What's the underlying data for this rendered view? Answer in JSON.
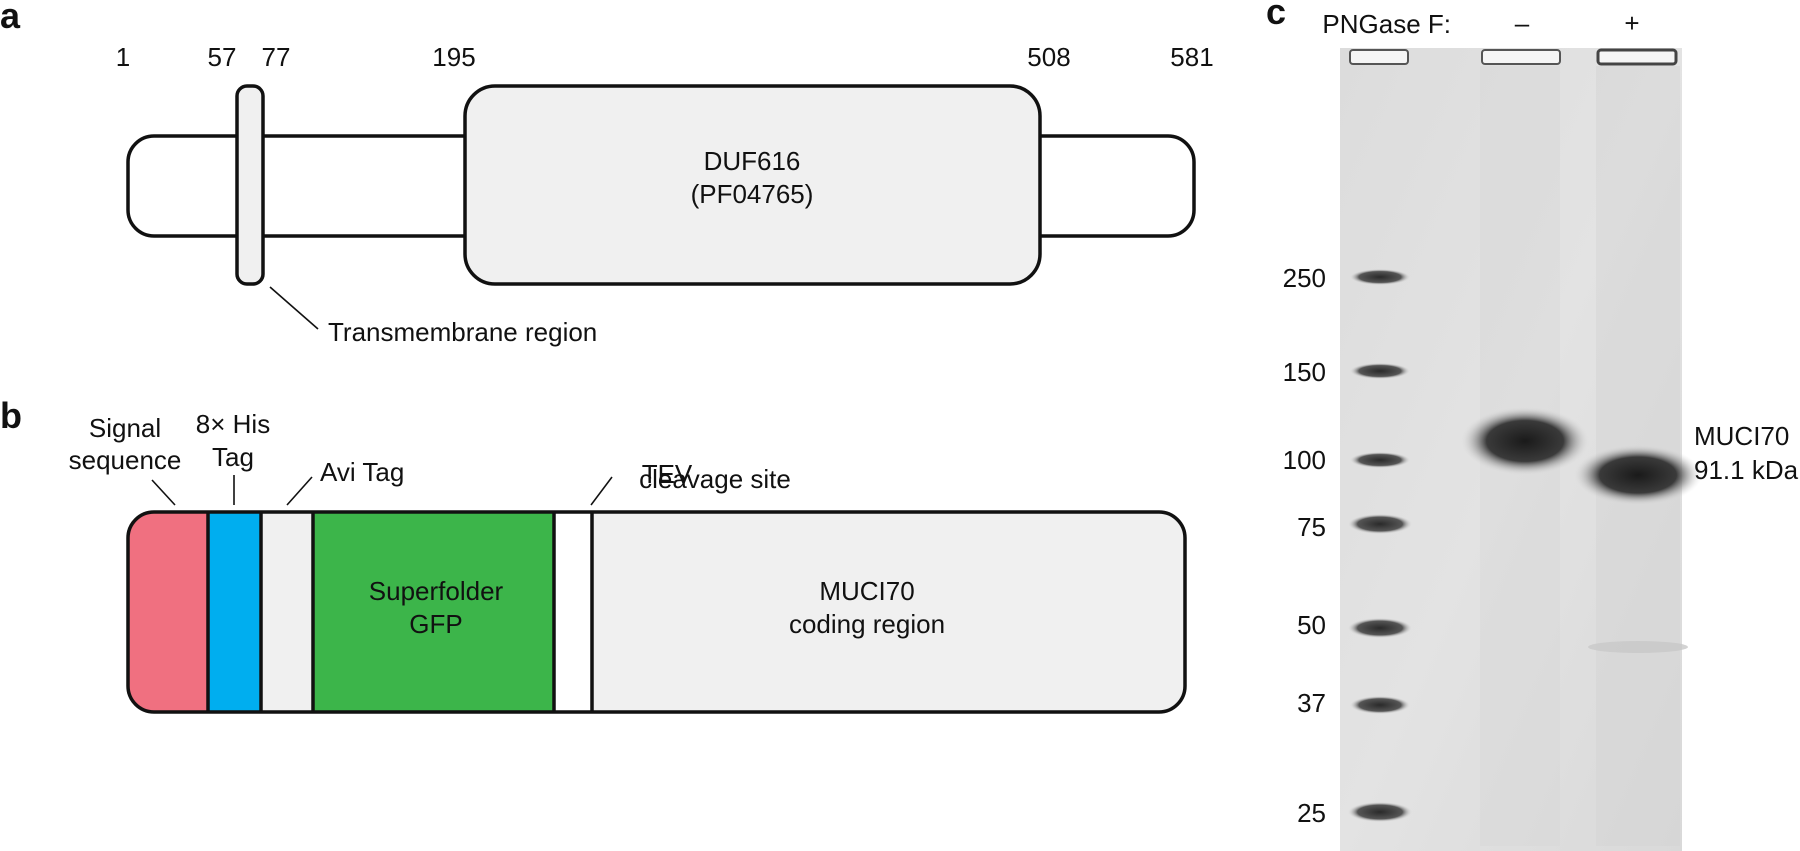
{
  "panels": {
    "a": {
      "letter": "a",
      "residue_numbers": [
        "1",
        "57",
        "77",
        "195",
        "508",
        "581"
      ],
      "domain_label_line1": "DUF616",
      "domain_label_line2": "(PF04765)",
      "transmembrane_label": "Transmembrane region"
    },
    "b": {
      "letter": "b",
      "signal_line1": "Signal",
      "signal_line2": "sequence",
      "his_line1": "8× His",
      "his_line2": "Tag",
      "avi_label": "Avi Tag",
      "tev_line1": "TEV",
      "tev_line2": "cleavage site",
      "gfp_line1": "Superfolder",
      "gfp_line2": "GFP",
      "coding_line1": "MUCI70",
      "coding_line2": "coding region",
      "colors": {
        "signal": "#f07080",
        "his": "#00aeef",
        "avi": "#f0f0f0",
        "gfp": "#3cb54a",
        "tev": "#ffffff",
        "coding": "#f0f0f0"
      }
    },
    "c": {
      "letter": "c",
      "treatment_label": "PNGase F:",
      "lane_minus": "–",
      "lane_plus": "+",
      "ladder_kda": [
        "250",
        "150",
        "100",
        "75",
        "50",
        "37",
        "25"
      ],
      "band_label_line1": "MUCI70",
      "band_label_line2": "91.1 kDa"
    }
  }
}
